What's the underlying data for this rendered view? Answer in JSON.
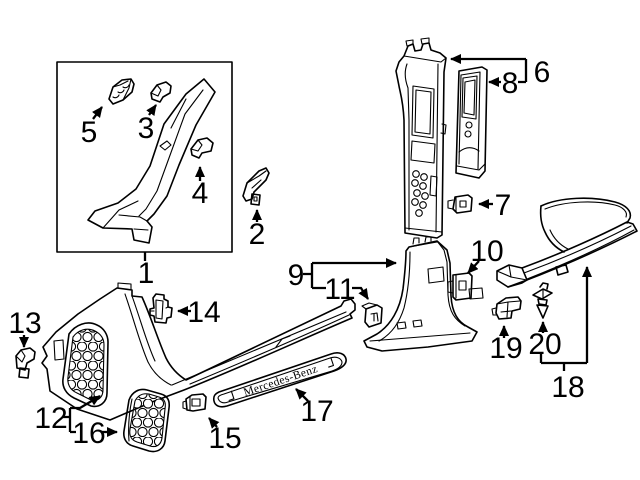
{
  "plate": {
    "brand_text": "Mercedes-Benz"
  },
  "callouts": {
    "c1": "1",
    "c2": "2",
    "c3": "3",
    "c4": "4",
    "c5": "5",
    "c6": "6",
    "c7": "7",
    "c8": "8",
    "c9": "9",
    "c10": "10",
    "c11": "11",
    "c12": "12",
    "c13": "13",
    "c14": "14",
    "c15": "15",
    "c16": "16",
    "c17": "17",
    "c18": "18",
    "c19": "19",
    "c20": "20"
  },
  "colors": {
    "line": "#000000",
    "background": "#ffffff"
  }
}
